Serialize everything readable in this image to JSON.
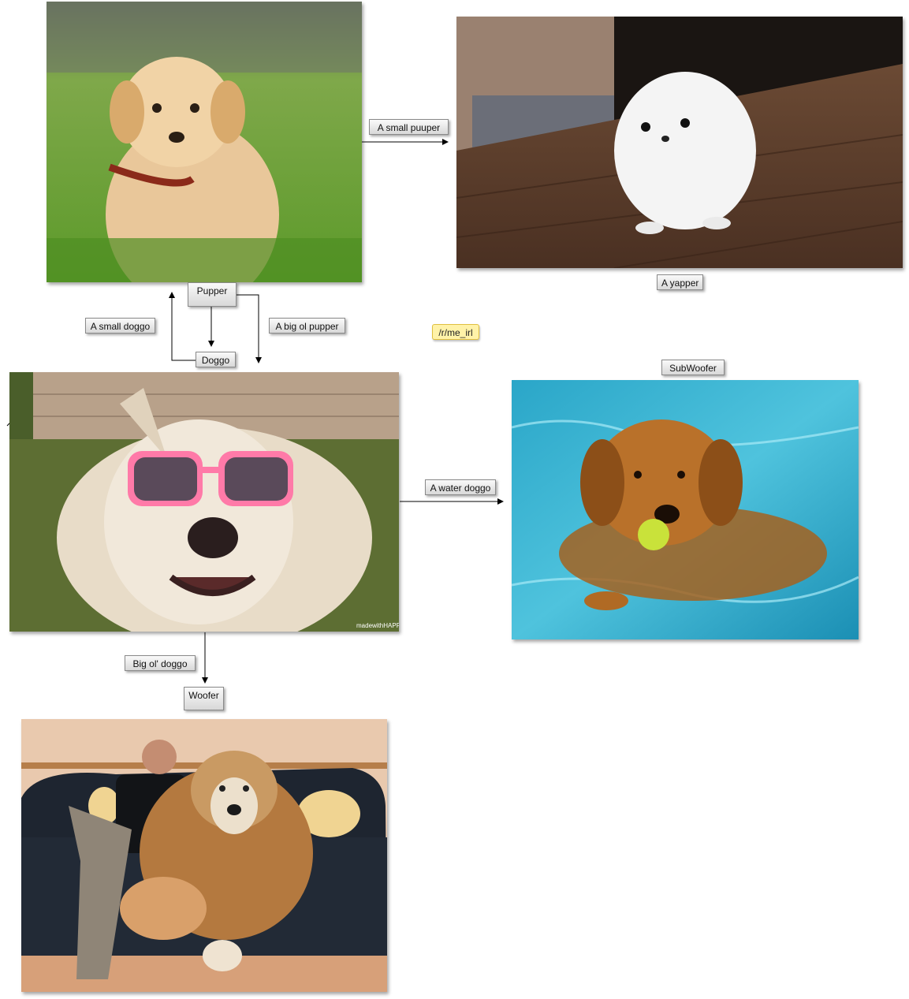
{
  "photos": {
    "pupper": "golden puppy in grass",
    "yapper": "white pomeranian puppy on deck",
    "doggo": "dog wearing pink sunglasses",
    "doggo_watermark": "madewithHAPPY",
    "subwoofer": "golden retriever swimming with ball",
    "woofer": "man with large malamute on sofa"
  },
  "labels": {
    "small_puuper": "A small puuper",
    "yapper": "A yapper",
    "pupper": "Pupper",
    "small_doggo": "A small doggo",
    "big_ol_pupper": "A big ol pupper",
    "doggo": "Doggo",
    "me_irl": "/r/me_irl",
    "subwoofer": "SubWoofer",
    "water_doggo": "A water doggo",
    "big_ol_doggo": "Big ol' doggo",
    "woofer": "Woofer"
  },
  "colors": {
    "line": "#000000",
    "note_fill": "#fff2a8"
  }
}
